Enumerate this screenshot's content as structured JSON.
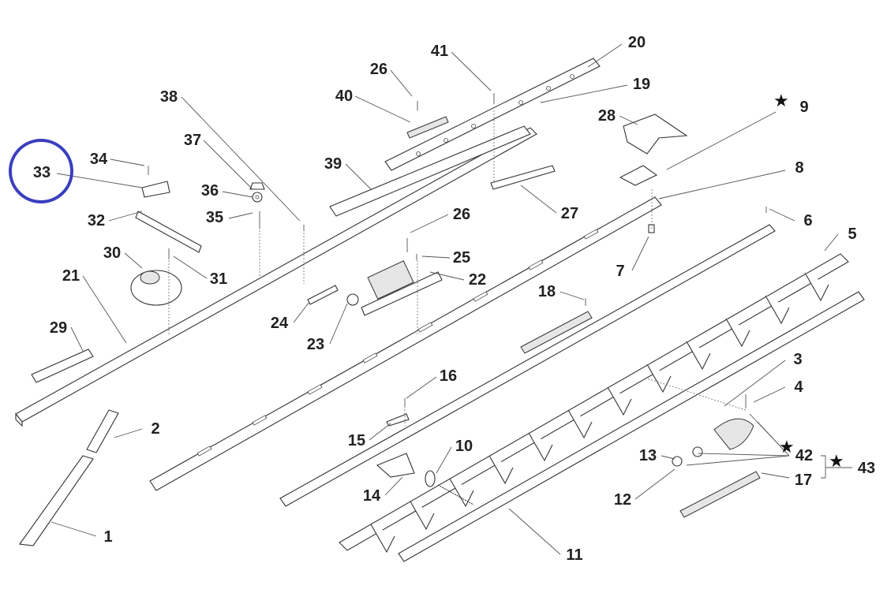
{
  "title": "Cutter bar exploded parts diagram",
  "highlight_color": "#3a3fbf",
  "highlighted_part": "33",
  "labels": [
    {
      "text": "20"
    },
    {
      "text": "41"
    },
    {
      "text": "26"
    },
    {
      "text": "19"
    },
    {
      "text": "40"
    },
    {
      "text": "38"
    },
    {
      "text": "9"
    },
    {
      "text": "28"
    },
    {
      "text": "37"
    },
    {
      "text": "34"
    },
    {
      "text": "33"
    },
    {
      "text": "39"
    },
    {
      "text": "8"
    },
    {
      "text": "36"
    },
    {
      "text": "27"
    },
    {
      "text": "26"
    },
    {
      "text": "6"
    },
    {
      "text": "35"
    },
    {
      "text": "32"
    },
    {
      "text": "5"
    },
    {
      "text": "30"
    },
    {
      "text": "25"
    },
    {
      "text": "21"
    },
    {
      "text": "31"
    },
    {
      "text": "22"
    },
    {
      "text": "7"
    },
    {
      "text": "18"
    },
    {
      "text": "24"
    },
    {
      "text": "29"
    },
    {
      "text": "23"
    },
    {
      "text": "3"
    },
    {
      "text": "16"
    },
    {
      "text": "4"
    },
    {
      "text": "2"
    },
    {
      "text": "15"
    },
    {
      "text": "10"
    },
    {
      "text": "13"
    },
    {
      "text": "42"
    },
    {
      "text": "43"
    },
    {
      "text": "17"
    },
    {
      "text": "14"
    },
    {
      "text": "12"
    },
    {
      "text": "1"
    },
    {
      "text": "11"
    }
  ],
  "stars": [
    "★",
    "★",
    "★"
  ]
}
